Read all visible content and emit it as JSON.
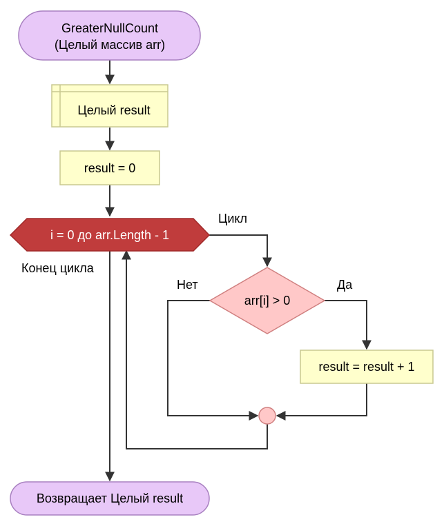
{
  "flowchart": {
    "start": {
      "line1": "GreaterNullCount",
      "line2": "(Целый массив arr)"
    },
    "declare": {
      "text": "Целый result"
    },
    "assign_init": {
      "text": "result = 0"
    },
    "loop": {
      "text": "i = 0 до arr.Length - 1",
      "body_label": "Цикл",
      "end_label": "Конец цикла"
    },
    "condition": {
      "text": "arr[i] > 0",
      "yes_label": "Да",
      "no_label": "Нет"
    },
    "assign_increment": {
      "text": "result = result + 1"
    },
    "end": {
      "text": "Возвращает Целый result"
    }
  },
  "colors": {
    "terminal_fill": "#e8c8f8",
    "terminal_stroke": "#a880c0",
    "process_fill": "#ffffcc",
    "process_stroke": "#c8c890",
    "loop_fill": "#c03c3c",
    "loop_stroke": "#a02a2a",
    "decision_fill": "#ffc8c8",
    "decision_stroke": "#d08080",
    "connector_fill": "#ffc8c8",
    "line": "#333333"
  }
}
